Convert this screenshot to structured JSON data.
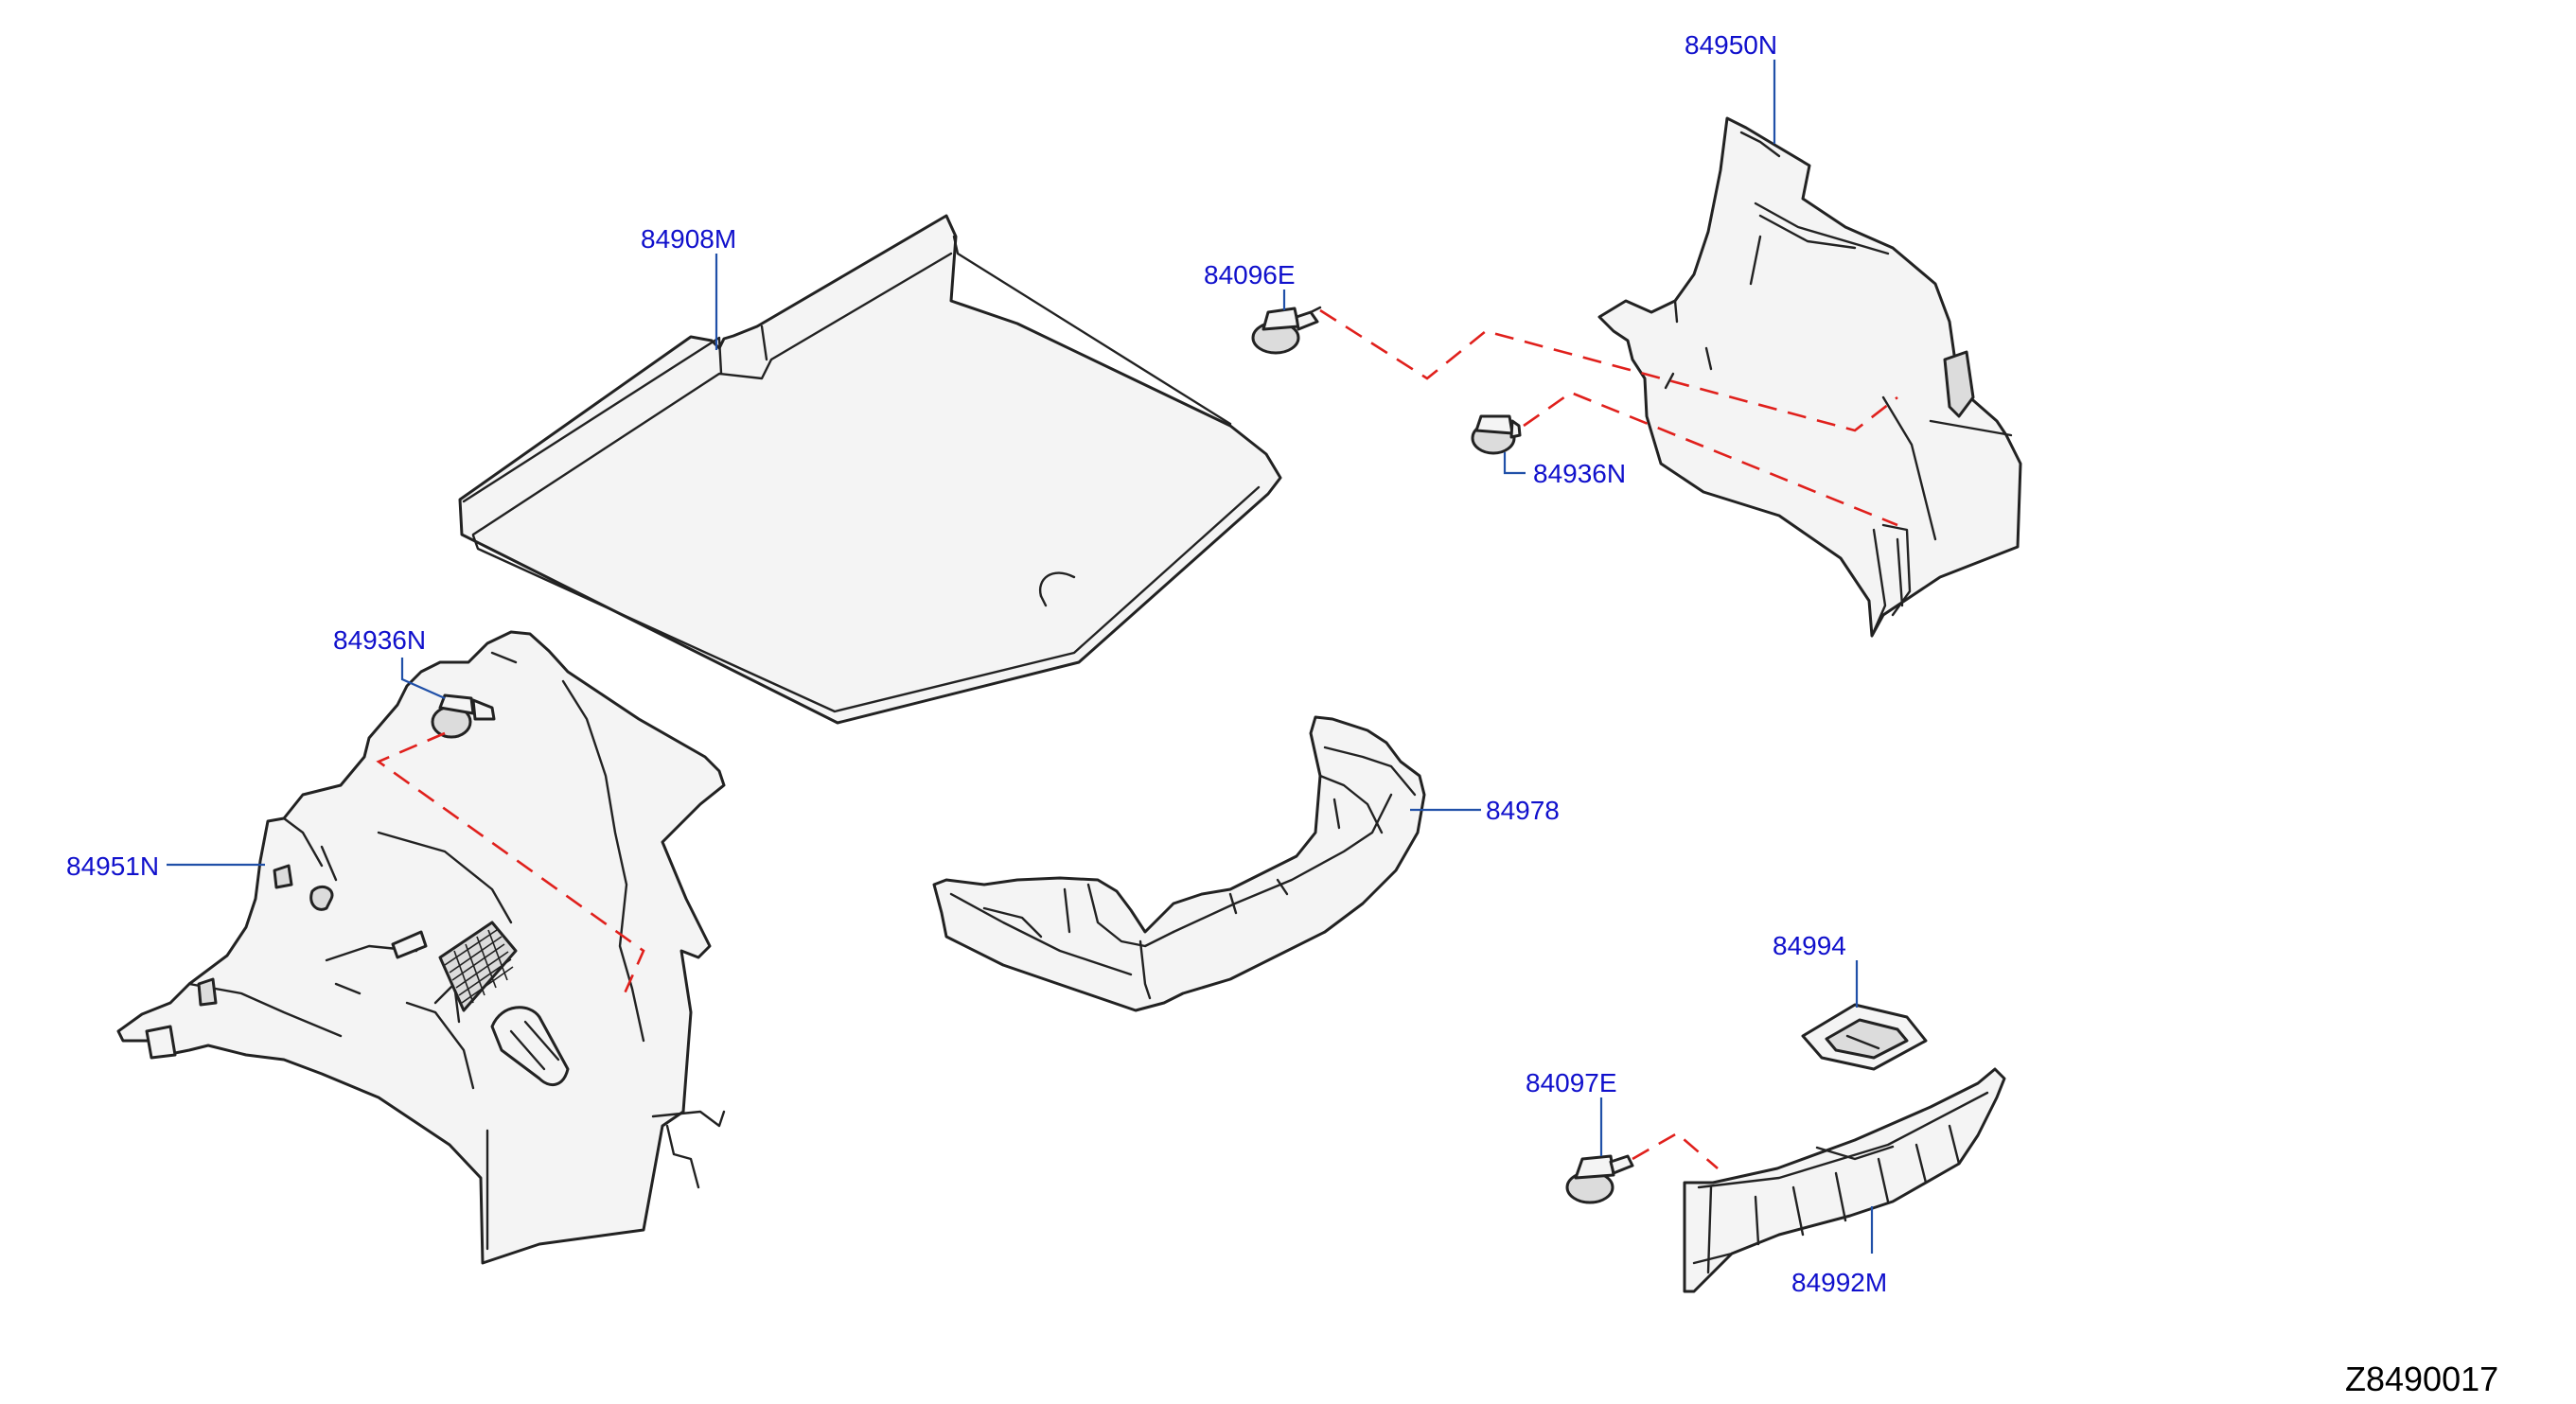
{
  "labels": {
    "p84950N": "84950N",
    "p84908M": "84908M",
    "p84096E": "84096E",
    "p84936N_right": "84936N",
    "p84936N_left": "84936N",
    "p84978": "84978",
    "p84951N": "84951N",
    "p84994": "84994",
    "p84097E": "84097E",
    "p84992M": "84992M"
  },
  "diagram_ref": "Z8490017",
  "colors": {
    "label": "#1010cc",
    "leader": "#2050a8",
    "dashed_connector": "#e0201c",
    "outline": "#222222"
  }
}
